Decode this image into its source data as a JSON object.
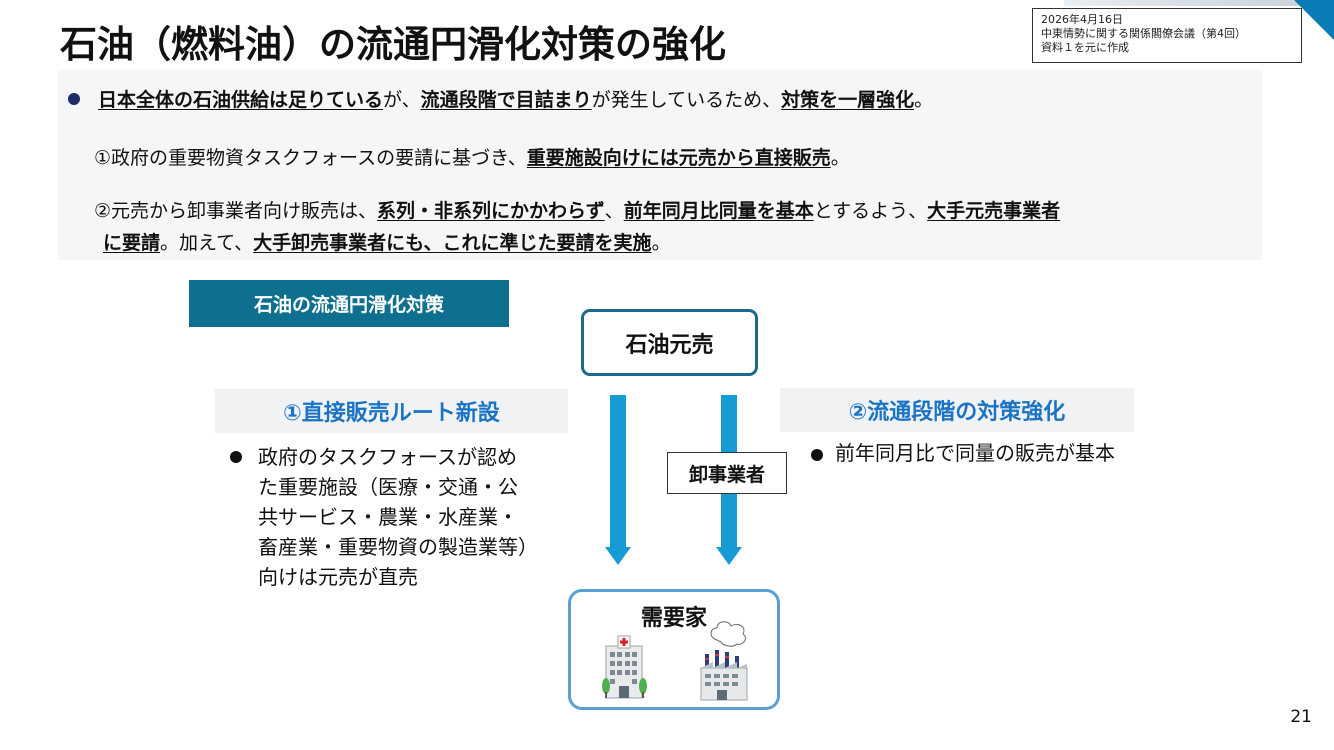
{
  "title": "石油（燃料油）の流通円滑化対策の強化",
  "source": {
    "line1": "2026年4月16日",
    "line2": "中東情勢に関する関係閣僚会議（第4回）",
    "line3": "資料１を元に作成"
  },
  "summary": {
    "l1": {
      "p1": "日本全体の石油供給は足りている",
      "p2": "が、",
      "p3": "流通段階で目詰まり",
      "p4": "が発生しているため、",
      "p5": "対策を一層強化",
      "p6": "。"
    },
    "l2": {
      "p1": "①政府の重要物資タスクフォースの要請に基づき、",
      "p2": "重要施設向けには元売から直接販売",
      "p3": "。"
    },
    "l3": {
      "p1": "②元売から卸事業者向け販売は、",
      "p2": "系列・非系列にかかわらず",
      "p3": "、",
      "p4": "前年同月比同量を基本",
      "p5": "とするよう、",
      "p6": "大手元売事業者"
    },
    "l4": {
      "p1": "に要請",
      "p2": "。加えて、",
      "p3": "大手卸売事業者にも、これに準じた要請を実施",
      "p4": "。"
    }
  },
  "diagram": {
    "tag": "石油の流通円滑化対策",
    "top_box": "石油元売",
    "left_head": "①直接販売ルート新設",
    "left_bullet": "政府のタスクフォースが認めた重要施設（医療・交通・公共サービス・農業・水産業・畜産業・重要物資の製造業等）向けは元売が直売",
    "right_head": "②流通段階の対策強化",
    "right_bullet": "前年同月比で同量の販売が基本",
    "middle_box": "卸事業者",
    "bottom_box": "需要家"
  },
  "page_number": "21",
  "colors": {
    "tag_bg": "#0f6f8f",
    "section_head_text": "#1a73c4",
    "arrow": "#169bd5",
    "top_box_border": "#1a6b8a",
    "consumer_border": "#5a9fd6"
  },
  "icons": [
    "hospital-icon",
    "factory-icon"
  ]
}
